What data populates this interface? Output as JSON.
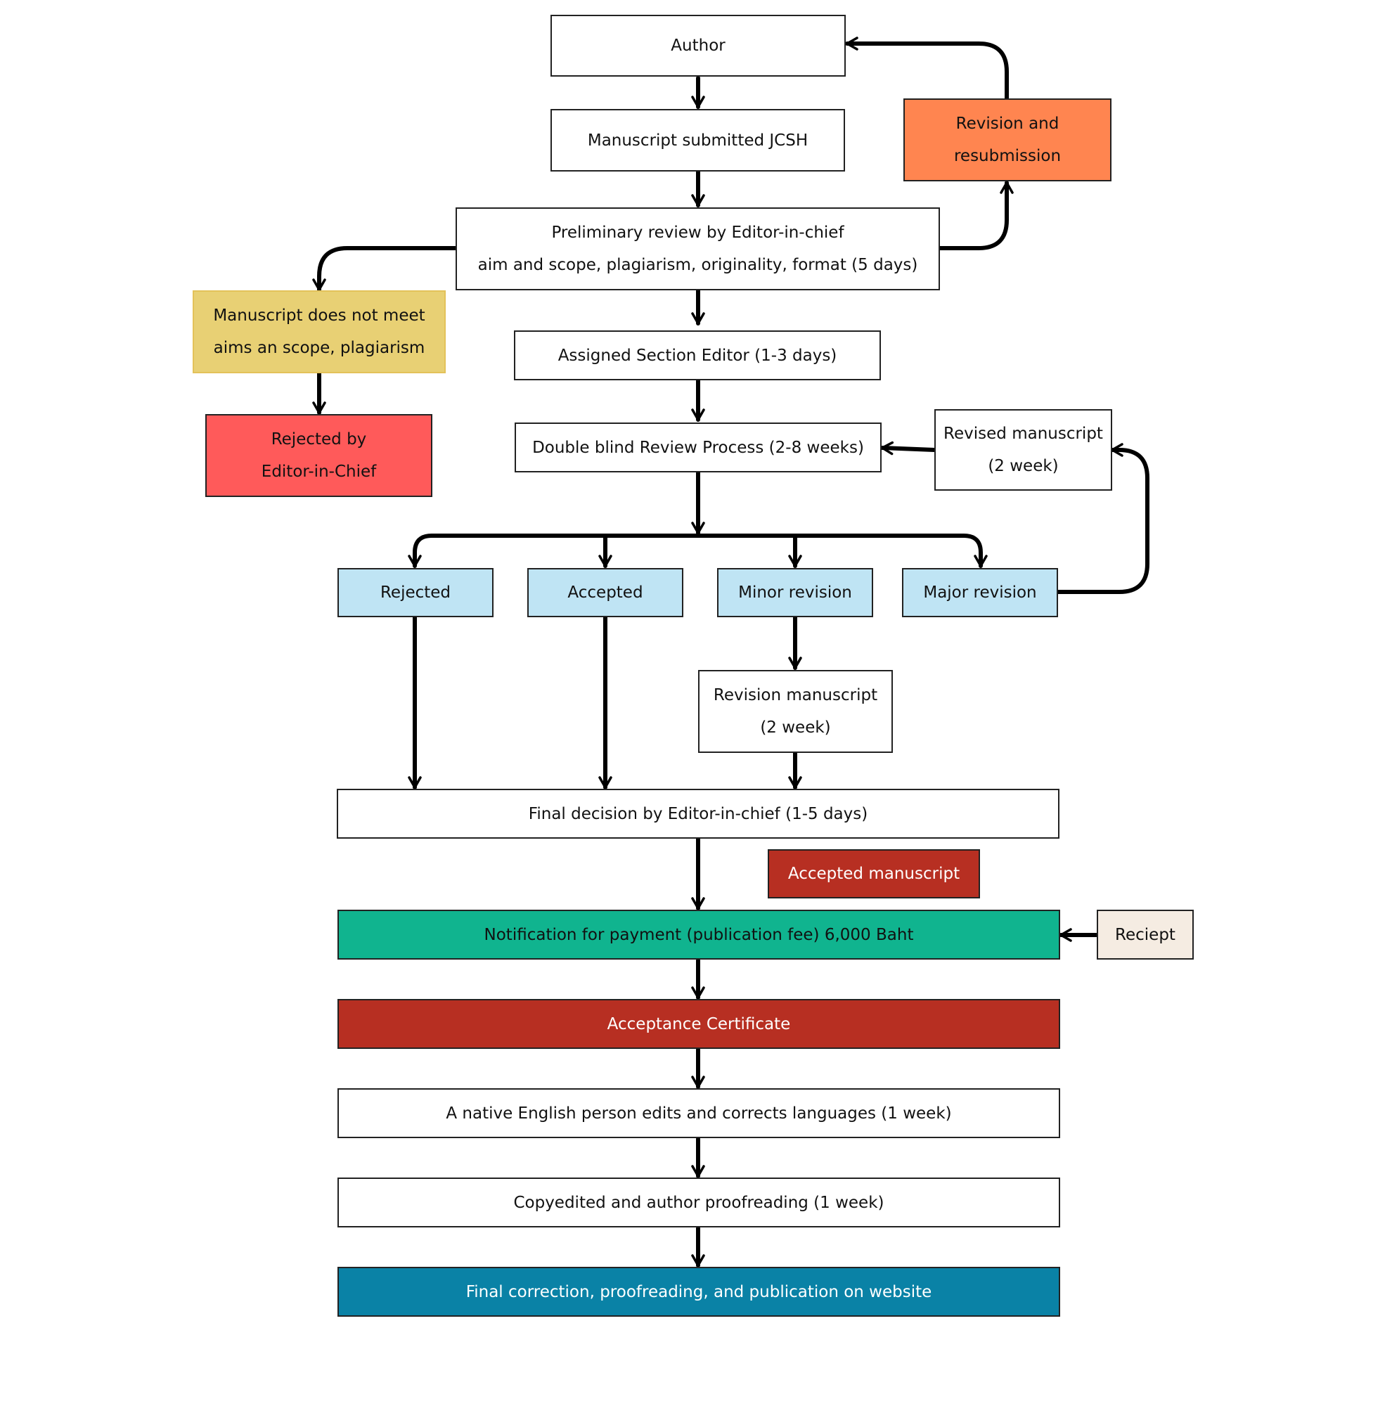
{
  "nodes": {
    "author": "Author",
    "manuscript_submitted": "Manuscript submitted JCSH",
    "revision_resubmission": [
      "Revision and",
      "resubmission"
    ],
    "preliminary_review": [
      "Preliminary review by Editor-in-chief",
      "aim and scope, plagiarism, originality, format (5 days)"
    ],
    "does_not_meet": [
      "Manuscript does not meet",
      "aims an scope, plagiarism"
    ],
    "rejected_by_eic": [
      "Rejected by",
      "Editor-in-Chief"
    ],
    "assigned_section_editor": "Assigned Section Editor (1-3 days)",
    "double_blind": "Double blind Review Process (2-8 weeks)",
    "revised_manuscript": [
      "Revised manuscript",
      "(2 week)"
    ],
    "rejected": "Rejected",
    "accepted": "Accepted",
    "minor_revision": "Minor revision",
    "major_revision": "Major revision",
    "revision_manuscript": [
      "Revision manuscript",
      "(2 week)"
    ],
    "final_decision": "Final decision by Editor-in-chief (1-5 days)",
    "accepted_manuscript": "Accepted manuscript",
    "notification_payment": "Notification for payment (publication fee) 6,000 Baht",
    "receipt": "Reciept",
    "acceptance_certificate": "Acceptance Certificate",
    "native_english": "A native English person edits and corrects languages (1 week)",
    "copyedited": "Copyedited and author proofreading (1 week)",
    "final_publication": "Final correction, proofreading, and publication on website"
  },
  "colors": {
    "revision_resubmission": "#ff8550",
    "does_not_meet": "#e8d074",
    "rejected_by_eic": "#ff5a5a",
    "decision_boxes": "#bfe4f4",
    "accepted_manuscript": "#b72f22",
    "notification_payment": "#10b48f",
    "receipt": "#f5ece2",
    "acceptance_certificate": "#b72f22",
    "final_publication": "#0a82a6",
    "arrows": "#000000"
  }
}
